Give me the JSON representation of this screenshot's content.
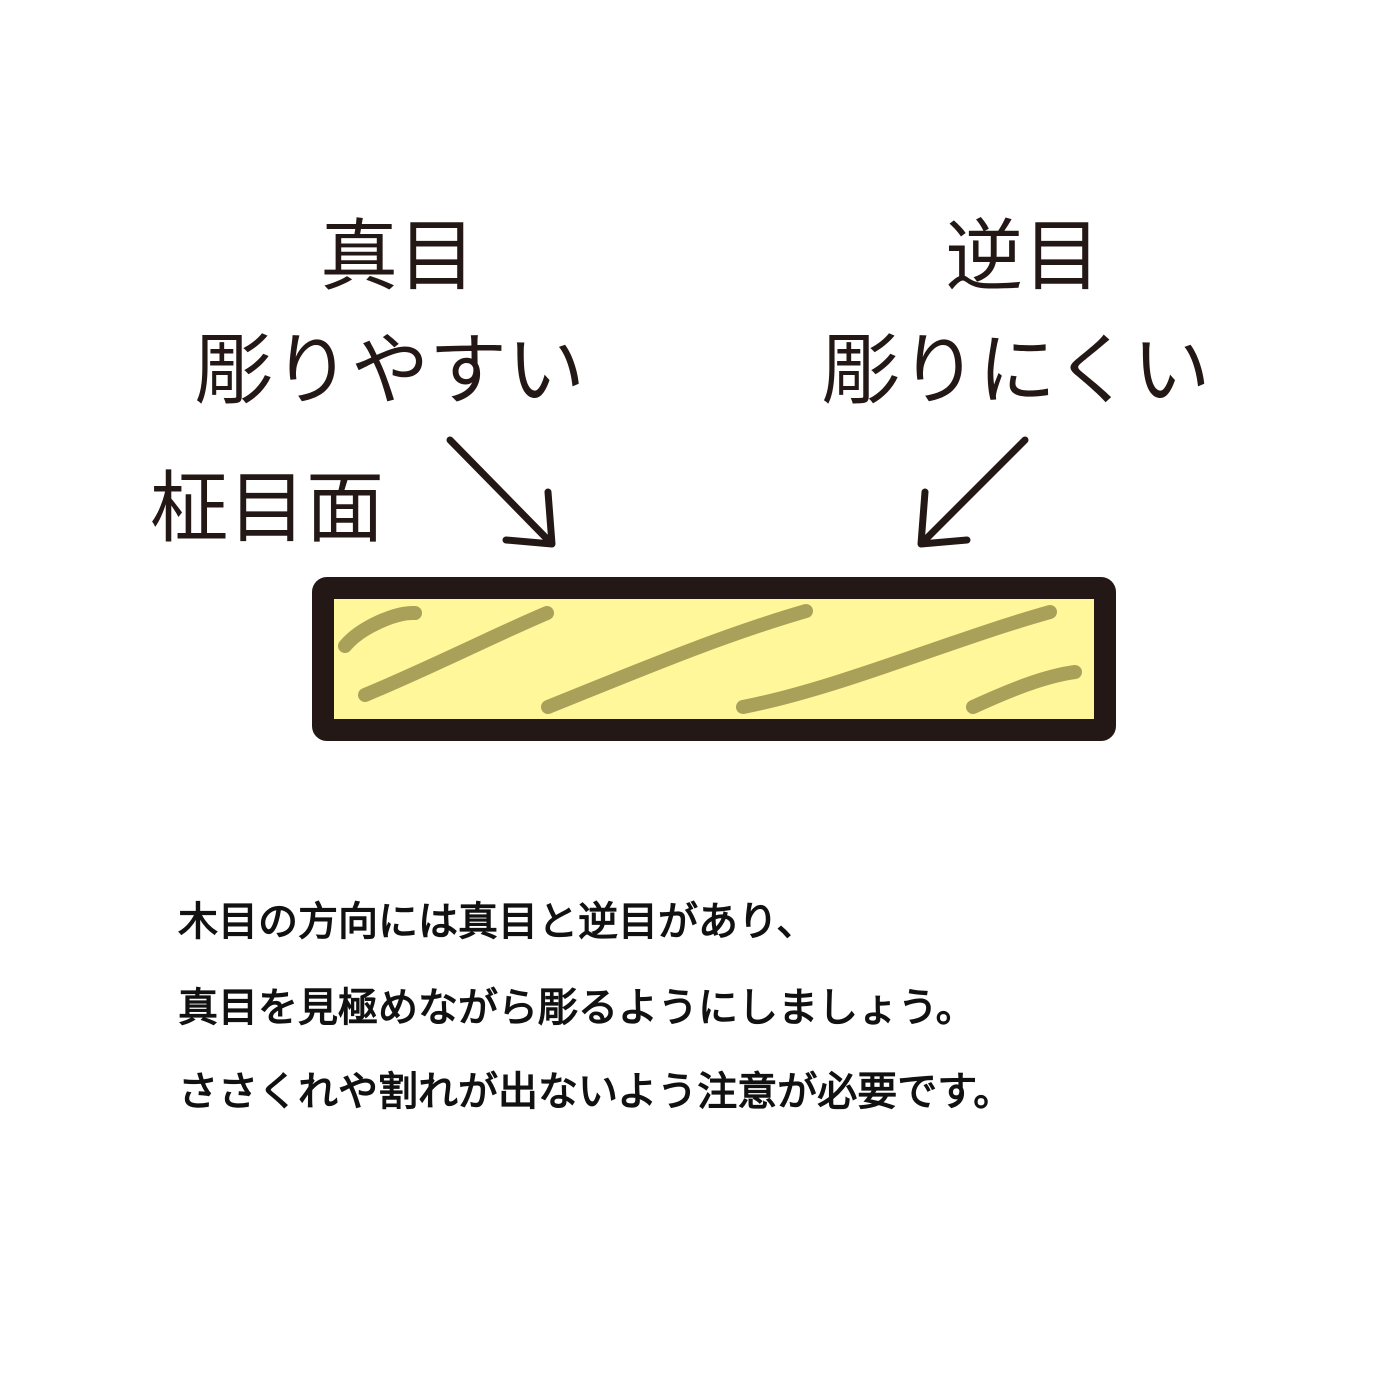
{
  "labels": {
    "masame_title": "真目",
    "masame_sub": "彫りやすい",
    "sakame_title": "逆目",
    "sakame_sub": "彫りにくい",
    "itame": "柾目面"
  },
  "description": {
    "line1": "木目の方向には真目と逆目があり、",
    "line2": "真目を見極めながら彫るようにしましょう。",
    "line3": "ささくれや割れが出ないよう注意が必要です。"
  },
  "colors": {
    "outline": "#231815",
    "board_fill": "#fff799",
    "grain": "#a9a05a",
    "text": "#231815"
  },
  "icons": {
    "arrow_left": "arrow-down-right-icon",
    "arrow_right": "arrow-down-left-icon"
  }
}
